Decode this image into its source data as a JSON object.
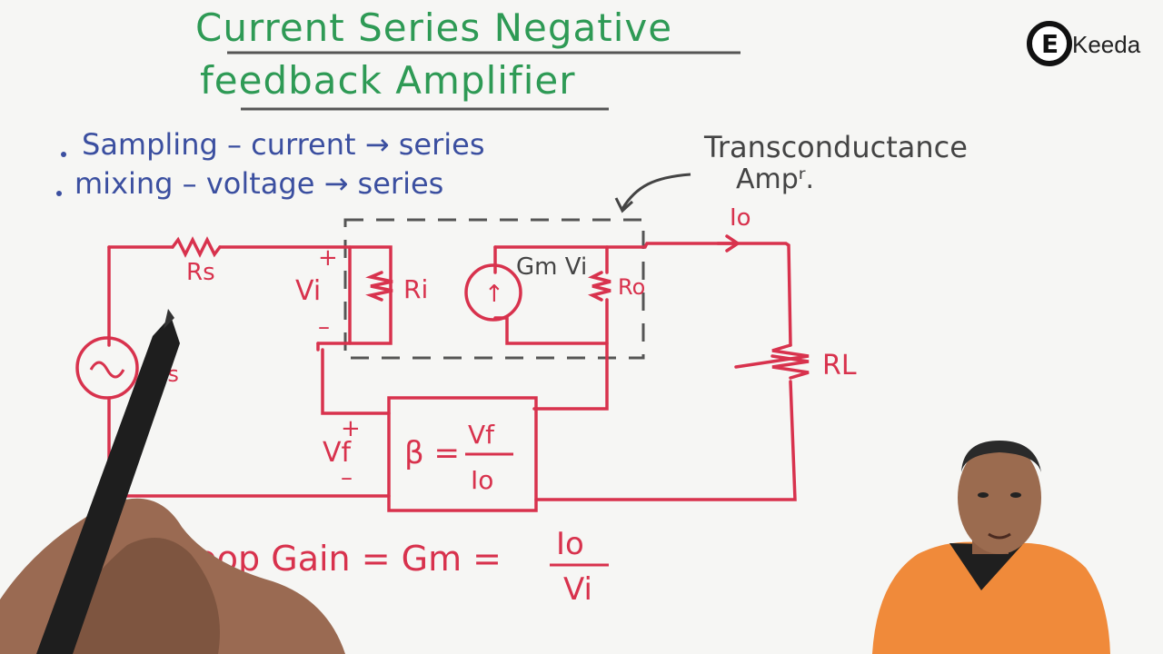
{
  "title": {
    "line1": "Current Series Negative",
    "line2": "feedback Amplifier"
  },
  "bullets": [
    "Sampling – current → series",
    "mixing – voltage → series"
  ],
  "annotation": {
    "line1": "Transconductance",
    "line2": "Ampʳ."
  },
  "circuit": {
    "rs": "Rs",
    "vs": "Vs",
    "vi": "Vi",
    "ri": "Ri",
    "gmvi": "Gm Vi",
    "ro": "Ro",
    "io": "Io",
    "rl": "RL",
    "plus": "+",
    "minus": "–",
    "vf": "Vf",
    "beta": "β =",
    "beta_num": "Vf",
    "beta_den": "Io",
    "source_symbol": "↑"
  },
  "equation": {
    "left": "loop Gain = Gm =",
    "num": "Io",
    "den": "Vi"
  },
  "logo": {
    "text": "Keeda",
    "badge": "E"
  },
  "colors": {
    "title": "#2e9a55",
    "bullets": "#3b4fa0",
    "circuit": "#d8324d",
    "dashed_box": "#555555",
    "presenter_shirt": "#f08a3a"
  },
  "icons": [
    "ekeeda-logo-icon",
    "ac-source-icon",
    "current-source-icon",
    "pen-icon",
    "hand-icon",
    "presenter-icon"
  ]
}
